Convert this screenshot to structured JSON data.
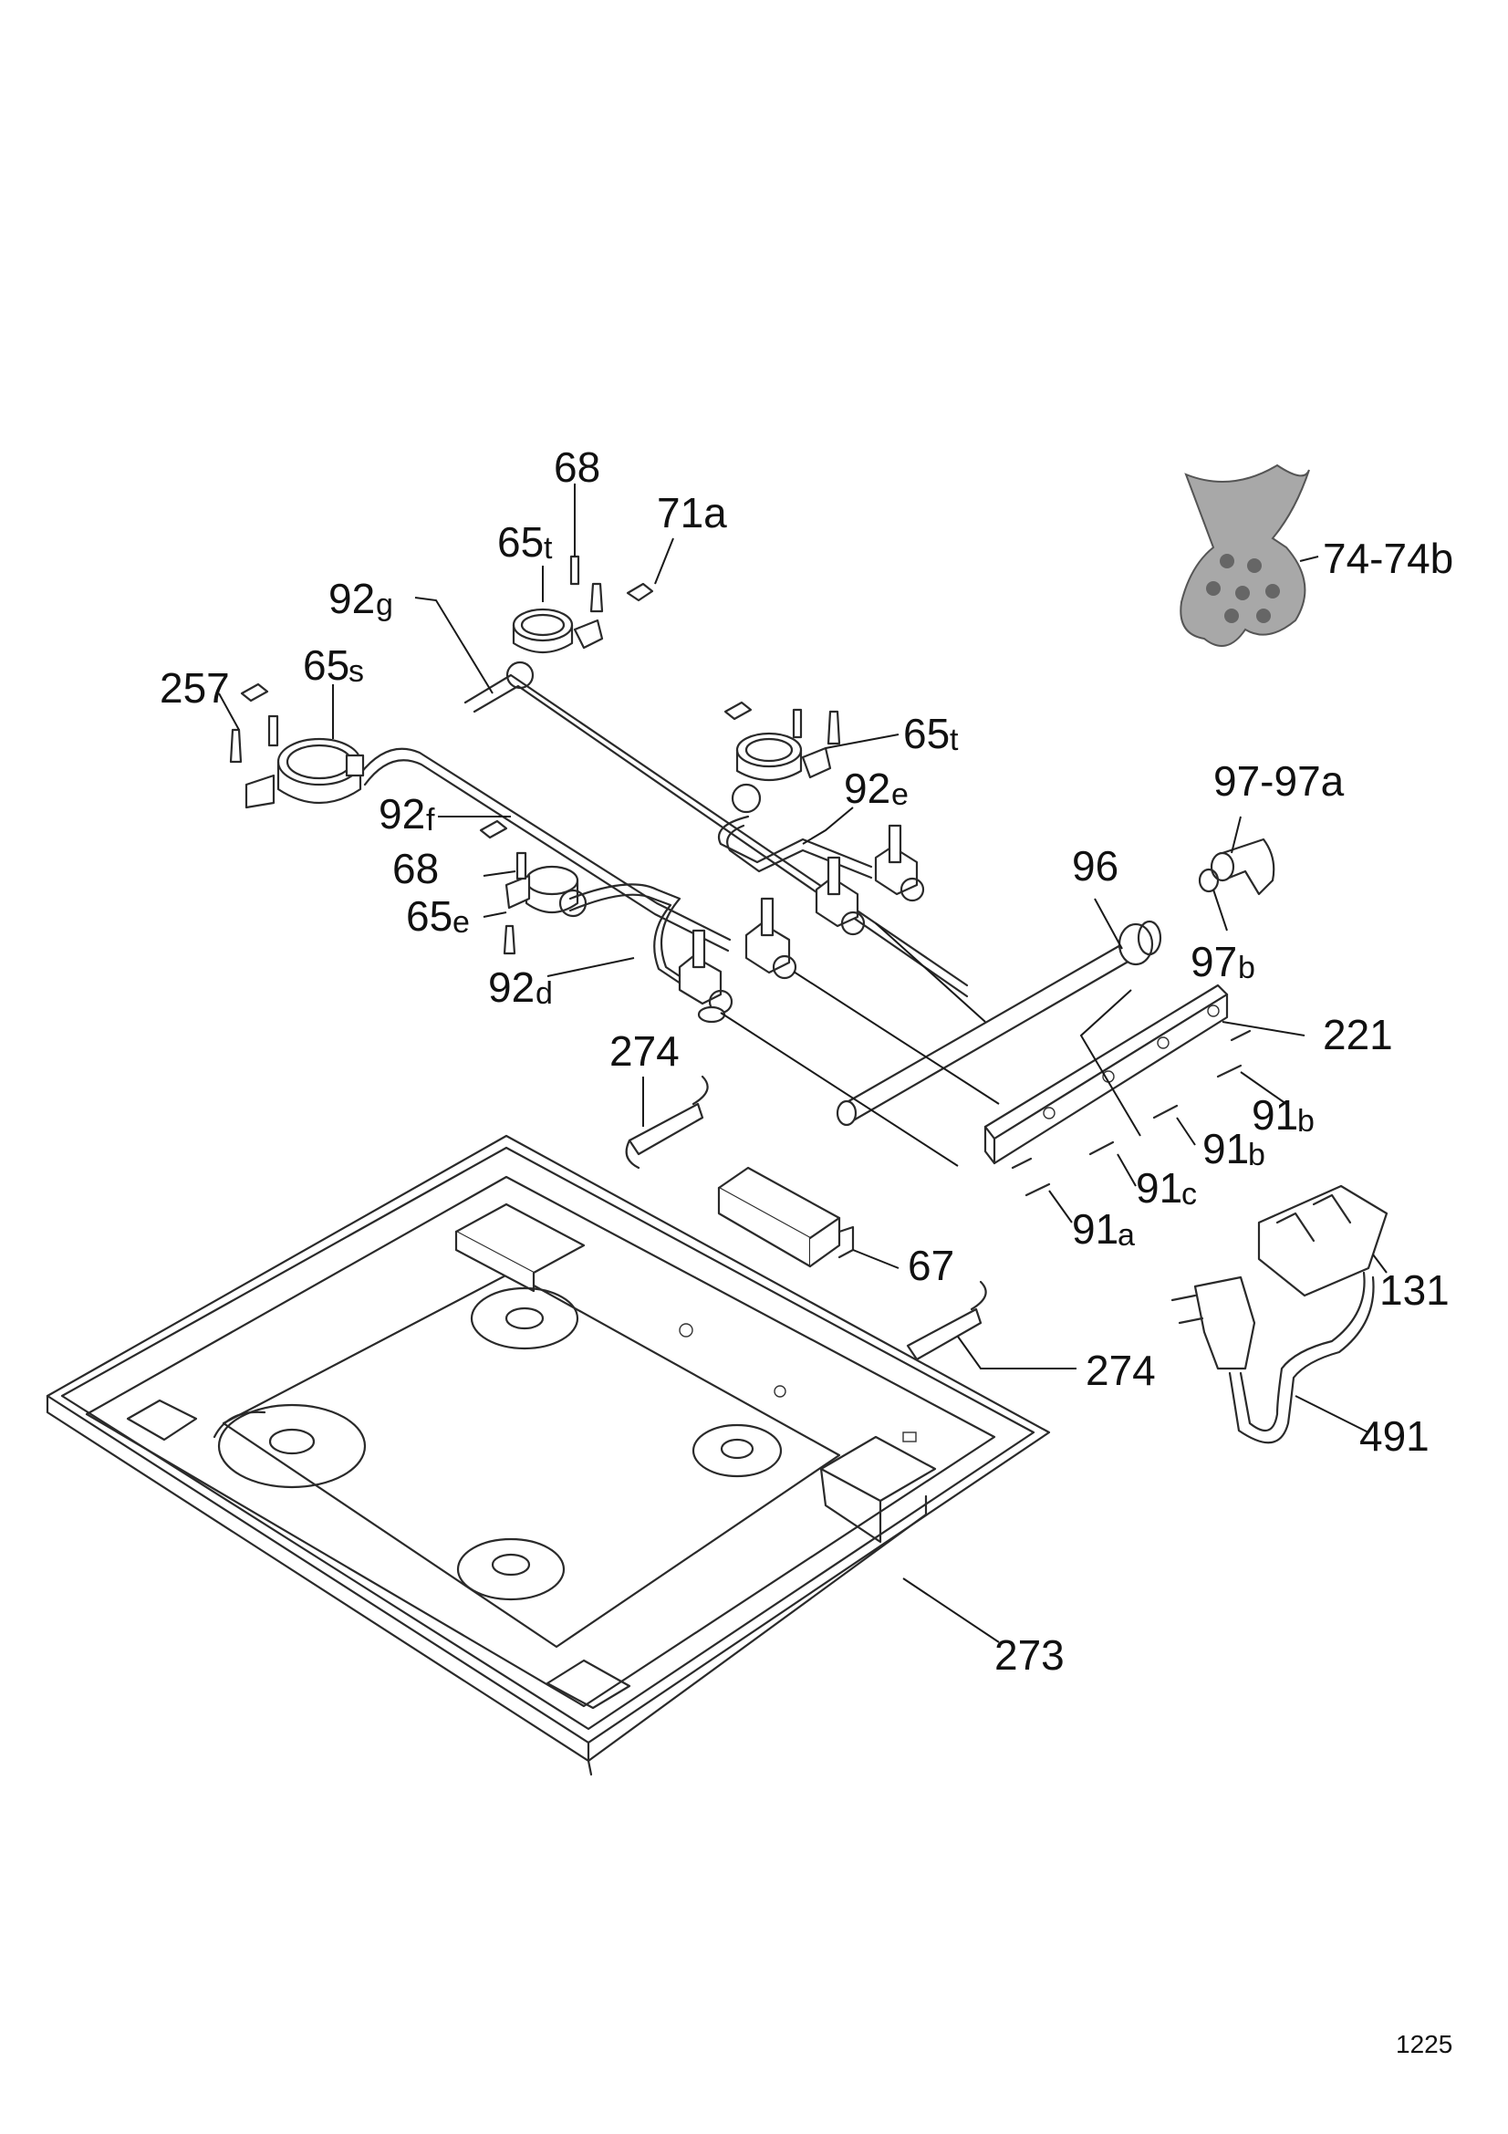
{
  "labels": {
    "l68_top": "68",
    "l71a": "71a",
    "l65t_top_main": "65",
    "l65t_top_sub": "t",
    "l92g_main": "92",
    "l92g_sub": "g",
    "l257": "257",
    "l65s_main": "65",
    "l65s_sub": "s",
    "l65t_mid_main": "65",
    "l65t_mid_sub": "t",
    "l92e_main": "92",
    "l92e_sub": "e",
    "l92f_main": "92",
    "l92f_sub": "f",
    "l68_mid": "68",
    "l65e_main": "65",
    "l65e_sub": "e",
    "l92d_main": "92",
    "l92d_sub": "d",
    "l74": "74-74b",
    "l97": "97-97a",
    "l97b_main": "97",
    "l97b_sub": "b",
    "l96": "96",
    "l221": "221",
    "l91b_1_main": "91",
    "l91b_1_sub": "b",
    "l91b_2_main": "91",
    "l91b_2_sub": "b",
    "l91c_main": "91",
    "l91c_sub": "c",
    "l91a_main": "91",
    "l91a_sub": "a",
    "l274_top": "274",
    "l67": "67",
    "l131": "131",
    "l274_bot": "274",
    "l491": "491",
    "l273": "273"
  },
  "page_number": "1225"
}
